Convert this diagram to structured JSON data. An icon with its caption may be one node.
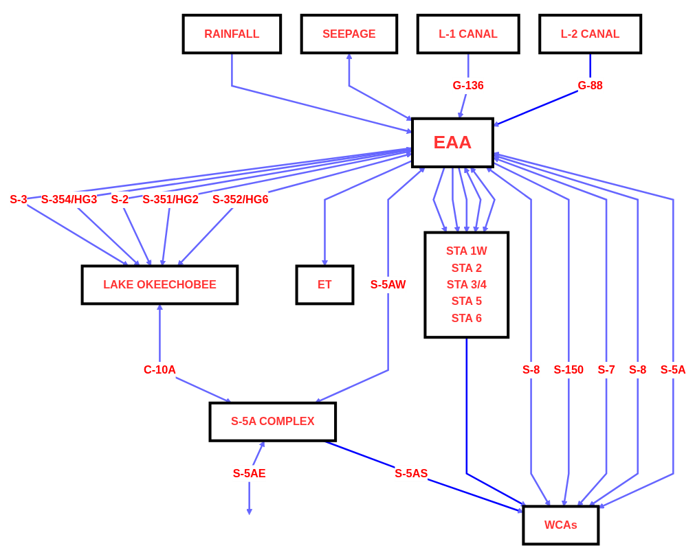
{
  "diagram": {
    "nodes": [
      {
        "text": [
          "LAKE OKEECHOBEE"
        ]
      },
      {
        "text": [
          "ET"
        ]
      },
      {
        "text": [
          "RAINFALL"
        ]
      },
      {
        "text": [
          "SEEPAGE"
        ]
      },
      {
        "text": [
          "L-1 CANAL"
        ]
      },
      {
        "text": [
          "L-2 CANAL"
        ]
      },
      {
        "text": [
          "EAA"
        ]
      },
      {
        "text": [
          "S-5A COMPLEX"
        ]
      },
      {
        "text": [
          "STA 1W",
          "STA 2",
          "STA 3/4",
          "STA 5",
          "STA 6"
        ]
      },
      {
        "text": [
          "WCAs"
        ]
      }
    ],
    "edges": [
      {
        "from": 6,
        "to": 0,
        "arrow": "to",
        "label": "S-3"
      },
      {
        "from": 6,
        "to": 0,
        "arrow": "both",
        "label": "S-354/HG3"
      },
      {
        "from": 6,
        "to": 0,
        "arrow": "to",
        "label": "S-2"
      },
      {
        "from": 6,
        "to": 0,
        "arrow": "both",
        "label": "S-351/HG2"
      },
      {
        "from": 6,
        "to": 0,
        "arrow": "both",
        "label": "S-352/HG6"
      },
      {
        "from": 0,
        "to": 7,
        "arrow": "both",
        "label": "C-10A"
      },
      {
        "from": 6,
        "to": 1,
        "arrow": "to"
      },
      {
        "from": 2,
        "to": 6,
        "arrow": "to"
      },
      {
        "from": 3,
        "to": 6,
        "arrow": "both"
      },
      {
        "from": 4,
        "to": 6,
        "arrow": "to",
        "label": "G-136"
      },
      {
        "from": 5,
        "to": 6,
        "arrow": "to",
        "label": "G-88",
        "color": "#0000ff"
      },
      {
        "from": 6,
        "to": 7,
        "arrow": "both",
        "label": "S-5AW"
      },
      {
        "from": 7,
        "to": null,
        "arrow": "both",
        "label": "S-5AE"
      },
      {
        "from": 6,
        "to": 8,
        "arrow": "to"
      },
      {
        "from": 6,
        "to": 8,
        "arrow": "to"
      },
      {
        "from": 6,
        "to": 8,
        "arrow": "to"
      },
      {
        "from": 6,
        "to": 8,
        "arrow": "both"
      },
      {
        "from": 6,
        "to": 8,
        "arrow": "both"
      },
      {
        "from": 7,
        "to": 9,
        "arrow": "to",
        "label": "S-5AS",
        "color": "#0000ff"
      },
      {
        "from": 8,
        "to": 9,
        "arrow": "to",
        "color": "#0000ff"
      },
      {
        "from": 6,
        "to": 9,
        "arrow": "both",
        "label": "S-8"
      },
      {
        "from": 6,
        "to": 9,
        "arrow": "to",
        "label": "S-150"
      },
      {
        "from": 6,
        "to": 9,
        "arrow": "both",
        "label": "S-7"
      },
      {
        "from": 6,
        "to": 9,
        "arrow": "both",
        "label": "S-8"
      },
      {
        "from": 6,
        "to": 9,
        "arrow": "both",
        "label": "S-5A"
      }
    ]
  }
}
